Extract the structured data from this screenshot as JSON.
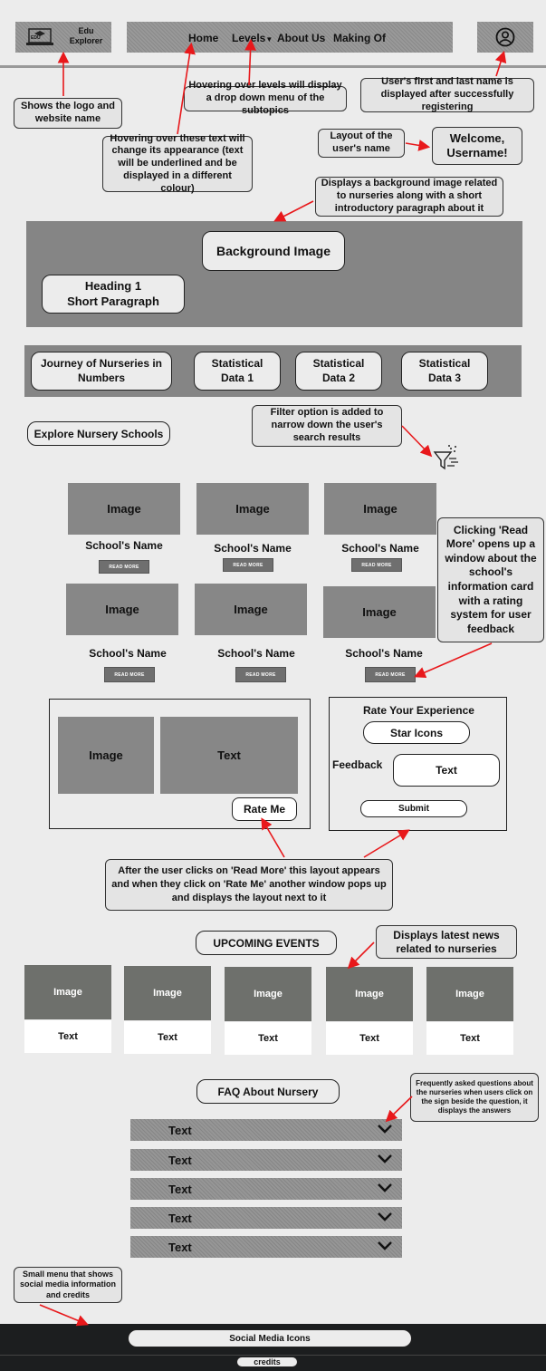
{
  "header": {
    "logo_text": "Edu\nExplorer",
    "logo_badge": "EDU",
    "nav": [
      "Home",
      "Levels",
      "About Us",
      "Making Of"
    ],
    "user_icon": "user-circle-icon"
  },
  "annotations": {
    "logo": "Shows the logo and website name",
    "levels": "Hovering over levels will display a drop down menu of the subtopics",
    "user": "User's first and last name is displayed after successfully registering",
    "hover_text": "Hovering over these text will change its appearance (text will be underlined and be displayed in a different colour)",
    "layout_name": "Layout of the user's name",
    "welcome": "Welcome,\nUsername!",
    "background": "Displays a background image related to nurseries along with a short introductory paragraph about it",
    "filter": "Filter option is added to narrow down the user's search results",
    "read_more": "Clicking 'Read More' opens up a window about the school's information card with a rating system for user feedback",
    "after_click": "After the user clicks on 'Read More' this layout appears and when they click on 'Rate Me' another window pops up and displays the layout next to it",
    "news": "Displays latest news related to nurseries",
    "faq": "Frequently asked questions about the nurseries when users click on the sign beside the question, it displays the answers",
    "footer": "Small menu that shows social media information and credits"
  },
  "hero": {
    "background_label": "Background Image",
    "heading": "Heading 1\nShort Paragraph"
  },
  "stats": {
    "title": "Journey of Nurseries in Numbers",
    "items": [
      "Statistical\nData 1",
      "Statistical\nData 2",
      "Statistical\nData 3"
    ]
  },
  "explore": {
    "title": "Explore Nursery Schools",
    "filter_icon": "filter-funnel-icon",
    "cards": [
      {
        "image": "Image",
        "name": "School's Name",
        "button": "READ MORE"
      },
      {
        "image": "Image",
        "name": "School's Name",
        "button": "READ MORE"
      },
      {
        "image": "Image",
        "name": "School's Name",
        "button": "READ MORE"
      },
      {
        "image": "Image",
        "name": "School's Name",
        "button": "READ MORE"
      },
      {
        "image": "Image",
        "name": "School's Name",
        "button": "READ MORE"
      },
      {
        "image": "Image",
        "name": "School's Name",
        "button": "READ MORE"
      }
    ]
  },
  "info_card": {
    "image": "Image",
    "text": "Text",
    "rate_me": "Rate Me"
  },
  "rating": {
    "title": "Rate Your Experience",
    "stars": "Star Icons",
    "feedback_label": "Feedback",
    "feedback_text": "Text",
    "submit": "Submit"
  },
  "events": {
    "title": "UPCOMING EVENTS",
    "items": [
      {
        "image": "Image",
        "text": "Text"
      },
      {
        "image": "Image",
        "text": "Text"
      },
      {
        "image": "Image",
        "text": "Text"
      },
      {
        "image": "Image",
        "text": "Text"
      },
      {
        "image": "Image",
        "text": "Text"
      }
    ]
  },
  "faq": {
    "title": "FAQ About Nursery",
    "items": [
      "Text",
      "Text",
      "Text",
      "Text",
      "Text"
    ]
  },
  "footer": {
    "social": "Social Media Icons",
    "credits": "credits"
  },
  "colors": {
    "arrow": "#e8181b",
    "panel": "#858585",
    "event_image": "#6e706c",
    "footer": "#1c1e1f"
  }
}
